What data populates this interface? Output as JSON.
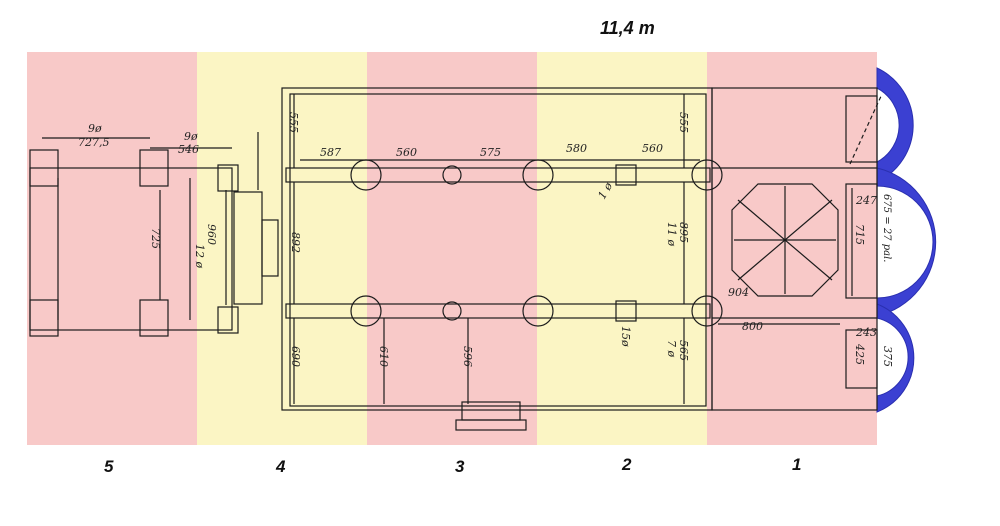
{
  "scale_label": "11,4 m",
  "bands": [
    {
      "label": "5",
      "color": "#f8c9c8"
    },
    {
      "label": "4",
      "color": "#fbf5c4"
    },
    {
      "label": "3",
      "color": "#f8c9c8"
    },
    {
      "label": "2",
      "color": "#fbf5c4"
    },
    {
      "label": "1",
      "color": "#f8c9c8"
    }
  ],
  "apse_color": "#3b40d2",
  "dimensions": {
    "d_90_left": "9ø",
    "d_727": "727,5",
    "d_90_right": "9ø",
    "d_546": "546",
    "d_725": "725",
    "d_960": "960",
    "d_12": "12 ø",
    "d_555_top_left": "555",
    "d_892": "892",
    "d_690": "690",
    "d_587": "587",
    "d_560_a": "560",
    "d_575": "575",
    "d_580": "580",
    "d_560_b": "560",
    "d_555_top_right": "555",
    "d_895": "895",
    "d_11": "11 ø",
    "d_1": "1 ø",
    "d_610": "610",
    "d_596": "596",
    "d_15": "15ø",
    "d_7": "7 ø",
    "d_565": "565",
    "d_904": "904",
    "d_800": "800",
    "d_247": "247",
    "d_715": "715",
    "d_675": "675 = 27 pal.",
    "d_243": "243",
    "d_375": "375",
    "d_425": "425"
  }
}
